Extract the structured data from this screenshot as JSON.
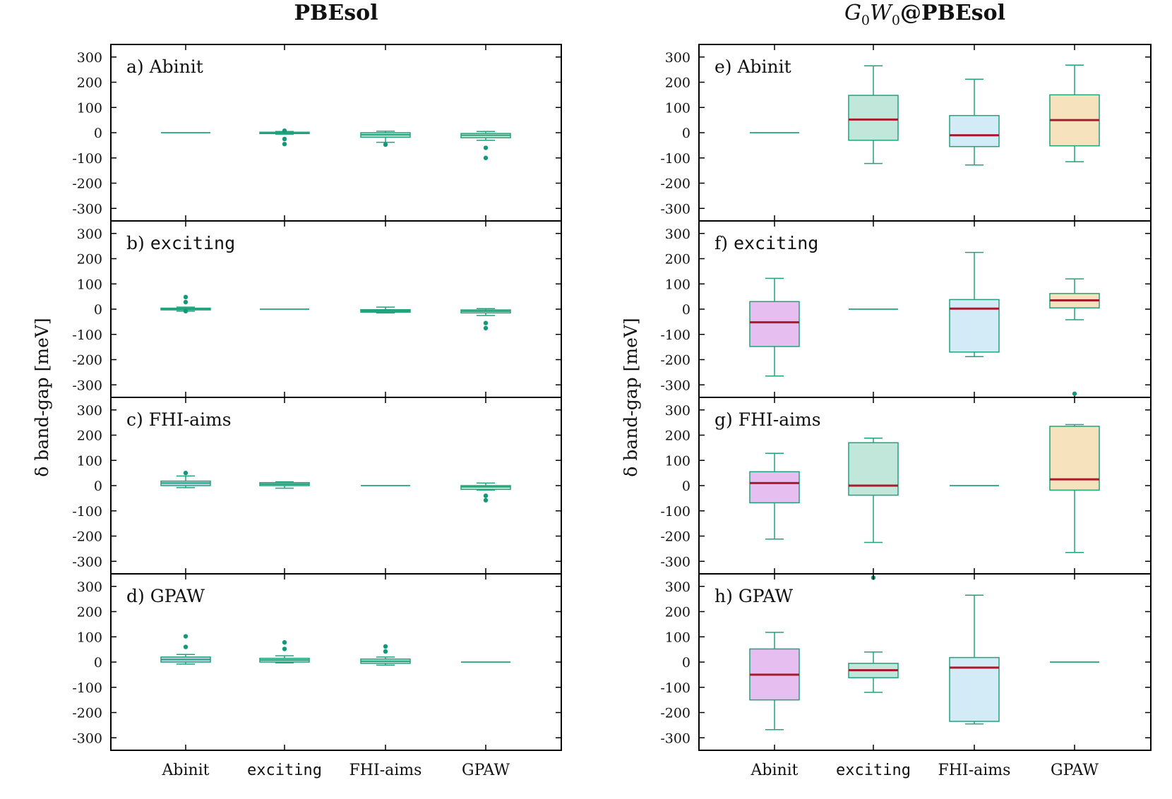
{
  "chart_data": {
    "type": "box",
    "columns": [
      {
        "title": "PBEsol",
        "title_math": false,
        "ylabel": "δ band-gap [meV]",
        "categories": [
          {
            "label": "Abinit",
            "mono": false
          },
          {
            "label": "exciting",
            "mono": true
          },
          {
            "label": "FHI-aims",
            "mono": false
          },
          {
            "label": "GPAW",
            "mono": false
          }
        ],
        "ylim": [
          -345,
          345
        ],
        "yticks": [
          300,
          200,
          100,
          0,
          -100,
          -200,
          -300
        ],
        "panels": [
          {
            "label_prefix": "a)",
            "label_name": "Abinit",
            "mono": false,
            "boxes": [
              {
                "flat": true
              },
              {
                "q1": -3,
                "median": -1,
                "q3": 2,
                "wlo": -6,
                "whi": 5,
                "outliers": [
                  8,
                  -25,
                  -45
                ]
              },
              {
                "q1": -18,
                "median": -8,
                "q3": 0,
                "wlo": -38,
                "whi": 6,
                "outliers": [
                  -47
                ]
              },
              {
                "q1": -20,
                "median": -10,
                "q3": -3,
                "wlo": -30,
                "whi": 5,
                "outliers": [
                  -60,
                  -100
                ]
              }
            ]
          },
          {
            "label_prefix": "b)",
            "label_name": "exciting",
            "mono": true,
            "boxes": [
              {
                "q1": -3,
                "median": 1,
                "q3": 4,
                "wlo": -8,
                "whi": 8,
                "outliers": [
                  48,
                  28,
                  -8
                ]
              },
              {
                "flat": true
              },
              {
                "q1": -12,
                "median": -7,
                "q3": -2,
                "wlo": -15,
                "whi": 8,
                "outliers": []
              },
              {
                "q1": -15,
                "median": -8,
                "q3": -3,
                "wlo": -25,
                "whi": 2,
                "outliers": [
                  -55,
                  -75
                ]
              }
            ]
          },
          {
            "label_prefix": "c)",
            "label_name": "FHI-aims",
            "mono": false,
            "boxes": [
              {
                "q1": 0,
                "median": 10,
                "q3": 18,
                "wlo": -8,
                "whi": 38,
                "outliers": [
                  50
                ]
              },
              {
                "q1": 0,
                "median": 6,
                "q3": 12,
                "wlo": -10,
                "whi": 15,
                "outliers": []
              },
              {
                "flat": true
              },
              {
                "q1": -15,
                "median": -5,
                "q3": 0,
                "wlo": -18,
                "whi": 10,
                "outliers": [
                  -40,
                  -58
                ]
              }
            ]
          },
          {
            "label_prefix": "d)",
            "label_name": "GPAW",
            "mono": false,
            "boxes": [
              {
                "q1": 0,
                "median": 10,
                "q3": 20,
                "wlo": -8,
                "whi": 30,
                "outliers": [
                  102,
                  60
                ]
              },
              {
                "q1": 0,
                "median": 8,
                "q3": 15,
                "wlo": -3,
                "whi": 25,
                "outliers": [
                  78,
                  52
                ]
              },
              {
                "q1": -5,
                "median": 3,
                "q3": 12,
                "wlo": -12,
                "whi": 20,
                "outliers": [
                  62,
                  42
                ]
              },
              {
                "flat": true
              }
            ]
          }
        ]
      },
      {
        "title": "G0W0@PBEsol",
        "title_math": true,
        "ylabel": "δ band-gap [meV]",
        "categories": [
          {
            "label": "Abinit",
            "mono": false
          },
          {
            "label": "exciting",
            "mono": true
          },
          {
            "label": "FHI-aims",
            "mono": false
          },
          {
            "label": "GPAW",
            "mono": false
          }
        ],
        "ylim": [
          -345,
          345
        ],
        "yticks": [
          300,
          200,
          100,
          0,
          -100,
          -200,
          -300
        ],
        "panels": [
          {
            "label_prefix": "e)",
            "label_name": "Abinit",
            "mono": false,
            "boxes": [
              {
                "flat": true
              },
              {
                "q1": -30,
                "median": 52,
                "q3": 148,
                "wlo": -122,
                "whi": 265,
                "outliers": []
              },
              {
                "q1": -55,
                "median": -10,
                "q3": 68,
                "wlo": -128,
                "whi": 212,
                "outliers": []
              },
              {
                "q1": -52,
                "median": 50,
                "q3": 150,
                "wlo": -115,
                "whi": 268,
                "outliers": []
              }
            ]
          },
          {
            "label_prefix": "f)",
            "label_name": "exciting",
            "mono": true,
            "boxes": [
              {
                "q1": -148,
                "median": -52,
                "q3": 30,
                "wlo": -265,
                "whi": 122,
                "outliers": []
              },
              {
                "flat": true
              },
              {
                "q1": -170,
                "median": 2,
                "q3": 38,
                "wlo": -188,
                "whi": 225,
                "outliers": []
              },
              {
                "q1": 5,
                "median": 35,
                "q3": 62,
                "wlo": -42,
                "whi": 120,
                "outliers": [
                  -335
                ]
              }
            ]
          },
          {
            "label_prefix": "g)",
            "label_name": "FHI-aims",
            "mono": false,
            "boxes": [
              {
                "q1": -68,
                "median": 10,
                "q3": 55,
                "wlo": -212,
                "whi": 128,
                "outliers": []
              },
              {
                "q1": -38,
                "median": 0,
                "q3": 170,
                "wlo": -225,
                "whi": 188,
                "outliers": [
                  -365
                ]
              },
              {
                "flat": true
              },
              {
                "q1": -18,
                "median": 25,
                "q3": 235,
                "wlo": -265,
                "whi": 242,
                "outliers": []
              }
            ]
          },
          {
            "label_prefix": "h)",
            "label_name": "GPAW",
            "mono": false,
            "boxes": [
              {
                "q1": -150,
                "median": -50,
                "q3": 52,
                "wlo": -268,
                "whi": 118,
                "outliers": []
              },
              {
                "q1": -62,
                "median": -32,
                "q3": -5,
                "wlo": -120,
                "whi": 40,
                "outliers": []
              },
              {
                "q1": -235,
                "median": -22,
                "q3": 18,
                "wlo": -245,
                "whi": 265,
                "outliers": []
              },
              {
                "flat": true
              }
            ]
          }
        ]
      }
    ],
    "colors": {
      "box_fill": [
        "#e6bff0",
        "#c0e7da",
        "#d2ebf6",
        "#f6e3bd"
      ],
      "box_fill_pbesol": [
        "#c6d4ea",
        "#c0e7da",
        "#c0e7da",
        "#d9ecd0"
      ],
      "stroke": "#21a27d",
      "median_g0w0": "#a61c2c",
      "outlier": "#12997a",
      "axis": "#000000"
    }
  }
}
